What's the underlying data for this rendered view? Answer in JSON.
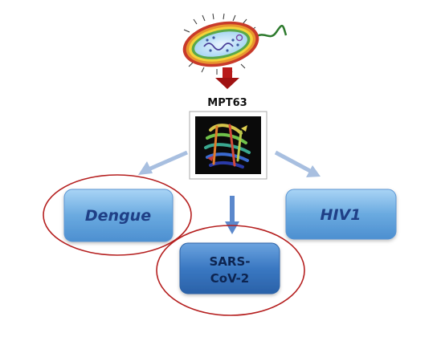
{
  "protein": {
    "label": "MPT63",
    "icon": "protein-structure-icon"
  },
  "organism": {
    "icon": "bacterium-icon"
  },
  "targets": {
    "left": {
      "label": "Dengue",
      "highlighted": true
    },
    "center": {
      "line1": "SARS-",
      "line2": "CoV-2",
      "highlighted": true
    },
    "right": {
      "label": "HIV1",
      "highlighted": false
    }
  },
  "colors": {
    "box_light_blue": "#6aaae0",
    "box_dark_blue": "#3a78c2",
    "arrow_light": "#a8bfe0",
    "arrow_mid": "#5b88cc",
    "arrow_red_down": "#b81a1a",
    "highlight_ellipse": "#b51f1f"
  }
}
